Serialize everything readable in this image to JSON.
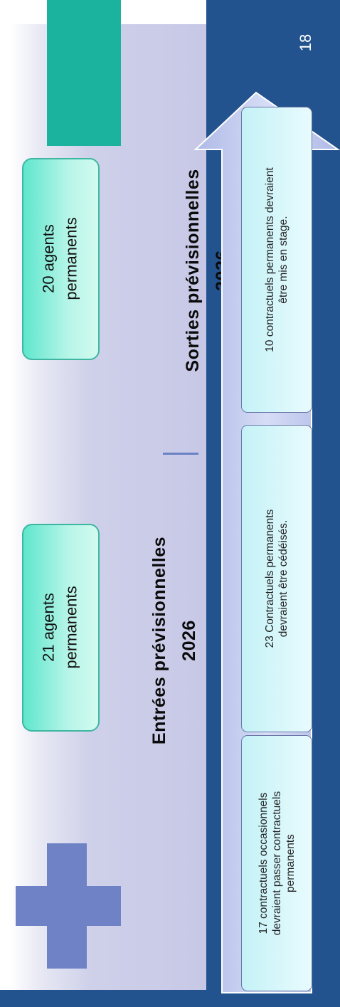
{
  "slide": {
    "page_number": "18",
    "entrees": {
      "title": "Entrées prévisionnelles",
      "year": "2026",
      "agents_line1": "21 agents",
      "agents_line2": "permanents"
    },
    "sorties": {
      "title": "Sorties prévisionnelles",
      "year": "2026",
      "agents_line1": "20 agents",
      "agents_line2": "permanents"
    },
    "arrow_boxes": [
      {
        "lines": [
          "17 contractuels occasionnels",
          "devraient passer contractuels",
          "permanents"
        ]
      },
      {
        "lines": [
          "23 Contractuels permanents",
          "devraient être cédéisés."
        ]
      },
      {
        "lines": [
          "10 contractuels permanents devraient",
          "être  mis en stage."
        ]
      }
    ]
  },
  "colors": {
    "background": "#23538f",
    "panel": "#c6c8e6",
    "teal": "#1bb39d",
    "plus": "#6f82c6",
    "arrow": "#c9d3f2"
  }
}
